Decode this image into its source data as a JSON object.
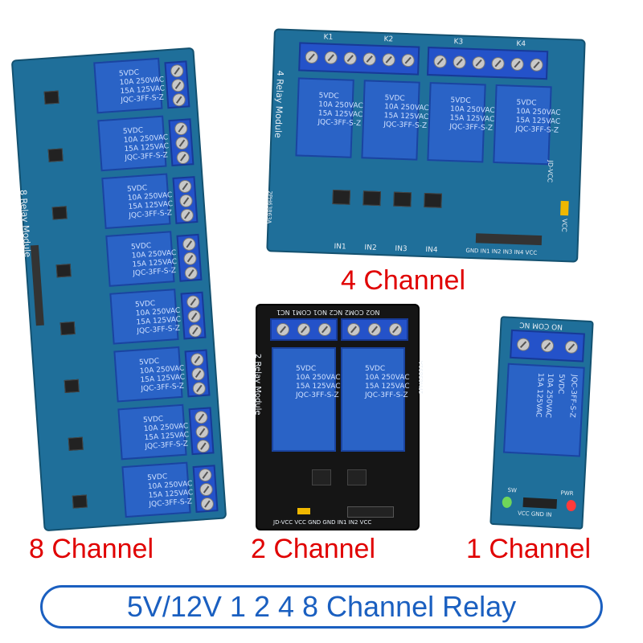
{
  "captions": {
    "ch8": "8 Channel",
    "ch4": "4 Channel",
    "ch2": "2 Channel",
    "ch1": "1 Channel"
  },
  "banner": {
    "text": "5V/12V 1 2 4 8 Channel Relay"
  },
  "board_labels": {
    "module8": "8 Relay Module",
    "module4": "4 Relay Module",
    "module2": "2 Relay Module",
    "relay_line1": "5VDC",
    "relay_line2": "10A 250VAC",
    "relay_line3": "15A 125VAC",
    "relay_model": "JQC-3FF-S-Z",
    "k1": "K1",
    "k2": "K2",
    "k3": "K3",
    "k4": "K4",
    "in1": "IN1",
    "in2": "IN2",
    "in3": "IN3",
    "in4": "IN4",
    "header4": "GND IN1 IN2 IN3 IN4 VCC",
    "jdvcc": "JD-VCC",
    "vcc": "VCC",
    "pcb4": "2PH63863A",
    "header2_top": "NO2 COM2 NC2   NO1 COM1 NC1",
    "header2_bottom": "JD-VCC VCC GND   GND IN1 IN2 VCC",
    "pcb2": "2PH63891A",
    "top1": "NO COM NC",
    "pwr": "PWR",
    "sw": "SW",
    "pins1": "VCC GND IN"
  },
  "colors": {
    "caption": "#e00000",
    "banner_border": "#1a5fc0",
    "banner_text": "#1a5fc0",
    "pcb_blue": "#1f6f9a",
    "pcb_black": "#151515",
    "relay_blue": "#2a63c6"
  }
}
